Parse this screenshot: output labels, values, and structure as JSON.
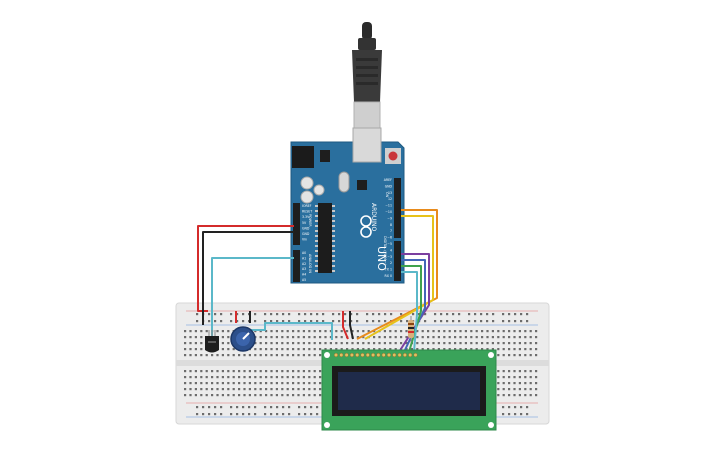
{
  "board": {
    "brand": "ARDUINO",
    "model": "UNO",
    "header_top": [
      "AREF",
      "GND",
      "13",
      "12",
      "~11",
      "~10",
      "~9",
      "8",
      "7",
      "~6",
      "~5",
      "4",
      "~3",
      "2",
      "TX 1",
      "RX 0"
    ],
    "header_power": [
      "IOREF",
      "RESET",
      "3.3V",
      "5V",
      "GND",
      "GND",
      "Vin"
    ],
    "header_analog": [
      "A0",
      "A1",
      "A2",
      "A3",
      "A4",
      "A5"
    ],
    "digital_label": "DIGITAL (PWM ~)",
    "power_label": "POWER",
    "analog_label": "ANALOG IN",
    "on_label": "ON"
  },
  "colors": {
    "board": "#2a6f9e",
    "board_dark": "#1f5a82",
    "breadboard": "#ececec",
    "lcd_pcb": "#3aa35a",
    "lcd_screen": "#1f2b4a",
    "wire_red": "#d42b2b",
    "wire_black": "#222222",
    "wire_cyan": "#5bb8c9",
    "wire_orange": "#e88b1c",
    "wire_yellow": "#e7c21a",
    "wire_purple": "#7b3fa0",
    "wire_blue": "#4267b8",
    "wire_green": "#3fa34d"
  },
  "components": {
    "usb_cable": "usb-b-cable-icon",
    "sensor": "temperature-sensor-icon",
    "potentiometer": "potentiometer-icon",
    "resistor": "resistor-icon",
    "lcd": "lcd-16x2-icon"
  }
}
